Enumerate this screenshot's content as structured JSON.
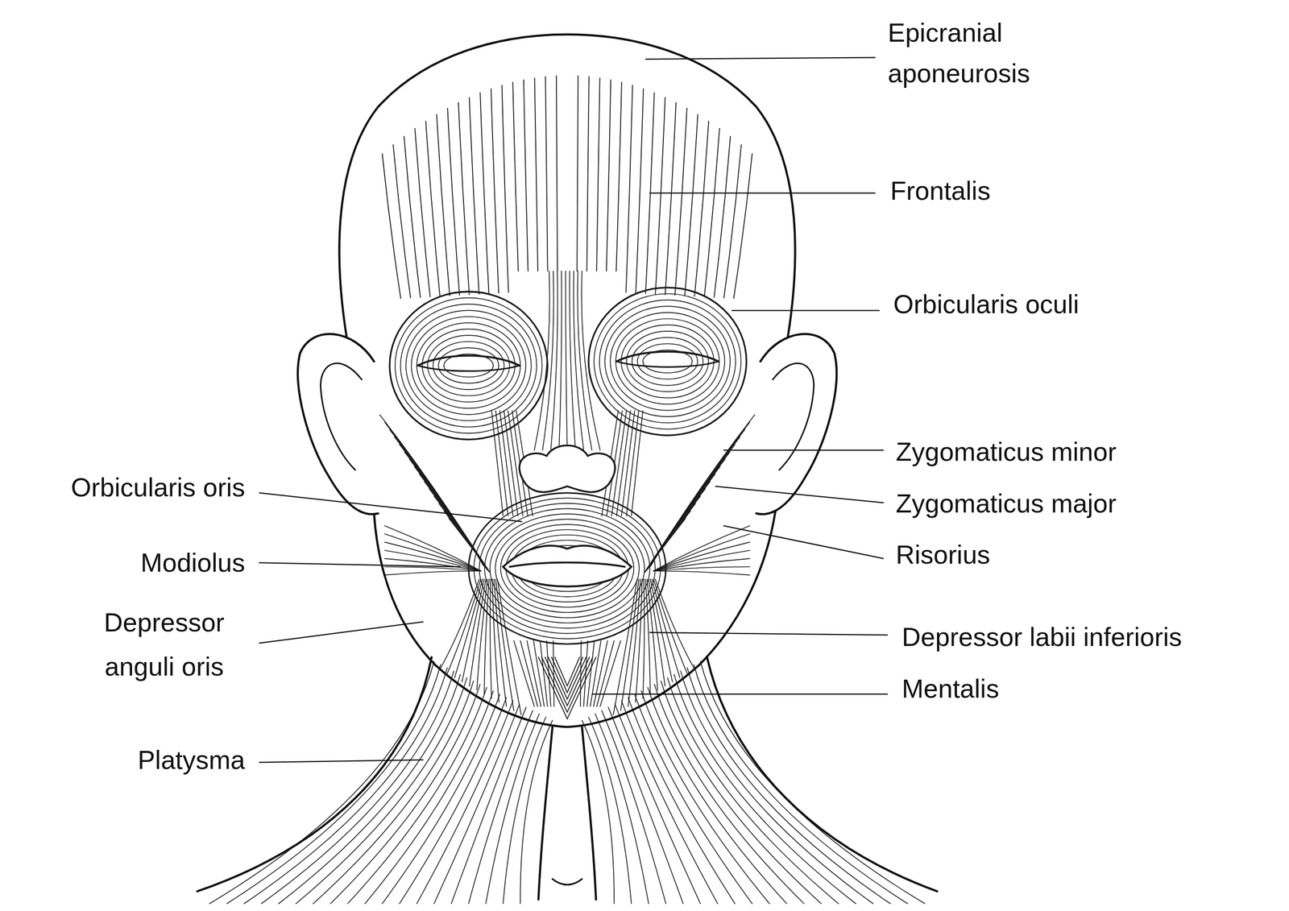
{
  "diagram": {
    "labels": [
      "Epicranial aponeurosis",
      "Frontalis",
      "Orbicularis oculi",
      "Zygomaticus minor",
      "Zygomaticus major",
      "Risorius",
      "Orbicularis oris",
      "Modiolus",
      "Depressor anguli oris",
      "Depressor labii inferioris",
      "Mentalis",
      "Platysma"
    ]
  }
}
